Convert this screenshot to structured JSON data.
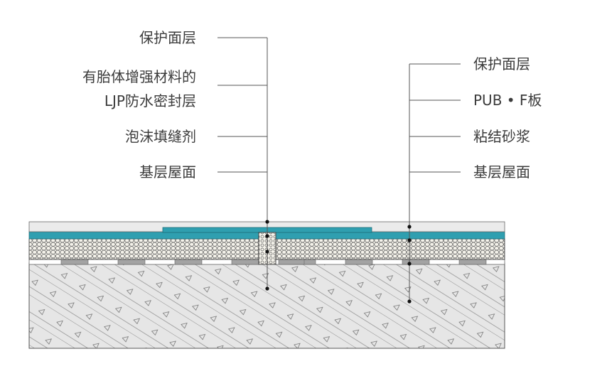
{
  "left_labels": [
    {
      "text": "保护面层"
    },
    {
      "text": "有胎体增强材料的"
    },
    {
      "text": "LJP防水密封层"
    },
    {
      "text": "泡沫填缝剂"
    },
    {
      "text": "基层屋面"
    }
  ],
  "right_labels": [
    {
      "text": "保护面层"
    },
    {
      "text": "PUB • F板"
    },
    {
      "text": "粘结砂浆"
    },
    {
      "text": "基层屋面"
    }
  ],
  "colors": {
    "protective_top": "#e9e9e9",
    "waterproof": "#2f9fb0",
    "foam": "#f4f2ea",
    "mortar_block": "#a3a3a3",
    "concrete": "#e6e6e6",
    "leader": "#555555",
    "label": "#3b3b3b"
  }
}
